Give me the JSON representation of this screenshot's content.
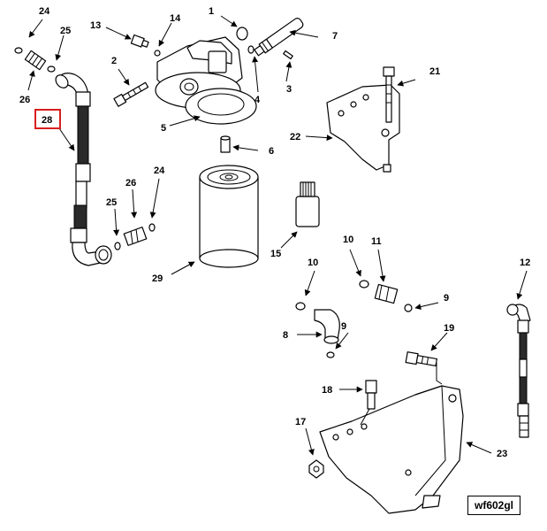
{
  "diagram": {
    "drawing_code": "wf602gl",
    "highlighted_callout": "28",
    "highlight_color": "#d81e1e",
    "callouts": {
      "c1": "1",
      "c2": "2",
      "c3": "3",
      "c4": "4",
      "c5": "5",
      "c6": "6",
      "c7": "7",
      "c8": "8",
      "c9a": "9",
      "c9b": "9",
      "c10a": "10",
      "c10b": "10",
      "c11": "11",
      "c12": "12",
      "c13": "13",
      "c14": "14",
      "c15": "15",
      "c17": "17",
      "c18": "18",
      "c19": "19",
      "c21": "21",
      "c22": "22",
      "c23": "23",
      "c24a": "24",
      "c24b": "24",
      "c25a": "25",
      "c25b": "25",
      "c26a": "26",
      "c26b": "26",
      "c28": "28",
      "c29": "29"
    }
  }
}
